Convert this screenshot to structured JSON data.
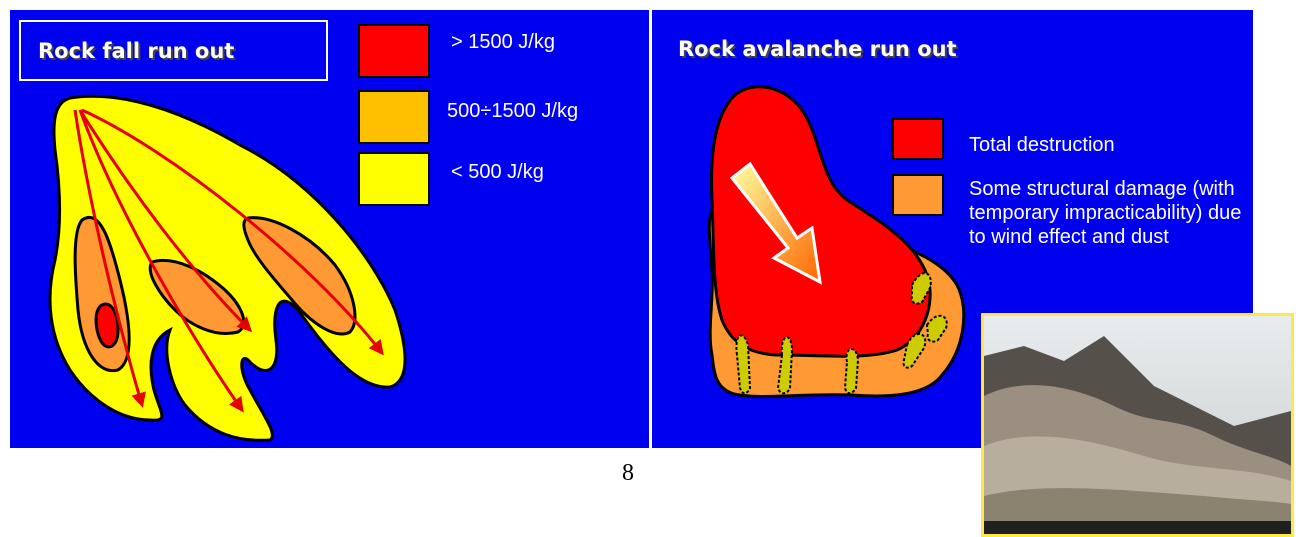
{
  "left_panel": {
    "title": "Rock fall run out",
    "legend": [
      {
        "label": "> 1500 J/kg",
        "color": "#ff0000"
      },
      {
        "label": "500÷1500 J/kg",
        "color": "#ffc000"
      },
      {
        "label": "< 500 J/kg",
        "color": "#ffff00"
      }
    ]
  },
  "right_panel": {
    "title": "Rock avalanche run out",
    "legend": [
      {
        "label": "Total destruction",
        "color": "#ff0000"
      },
      {
        "label": "Some structural damage (with temporary impracticability) due to wind effect and dust",
        "color": "#ff9933"
      }
    ]
  },
  "page_number": "8",
  "colors": {
    "background": "#0000f0",
    "zone_outer": "#ffff00",
    "zone_mid": "#ff9933",
    "zone_core": "#ff0000",
    "arrow": "#e60000"
  }
}
